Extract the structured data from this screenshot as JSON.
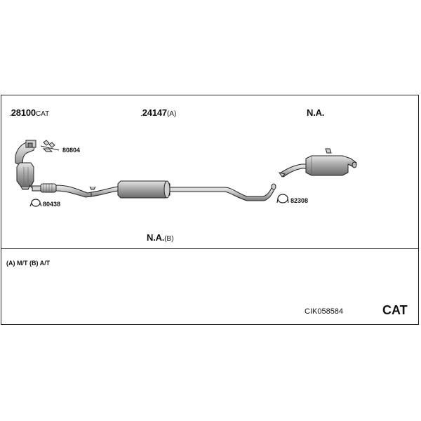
{
  "parts": {
    "p1": {
      "dot": ".",
      "number": "28100",
      "suffix": "CAT"
    },
    "p2": {
      "dot": ".",
      "number": "24147",
      "suffix": "(A)"
    },
    "p3": {
      "number": "N.A."
    },
    "p4": {
      "number": "N.A.",
      "suffix": "(B)"
    }
  },
  "accessories": {
    "a1": "80804",
    "a2": "80438",
    "a3": "82308"
  },
  "footnote": "(A) M/T (B) A/T",
  "reference": "CIK058584",
  "category": "CAT",
  "colors": {
    "line": "#222222",
    "fill": "#bfbfbf",
    "fill_dark": "#8a8a8a"
  }
}
